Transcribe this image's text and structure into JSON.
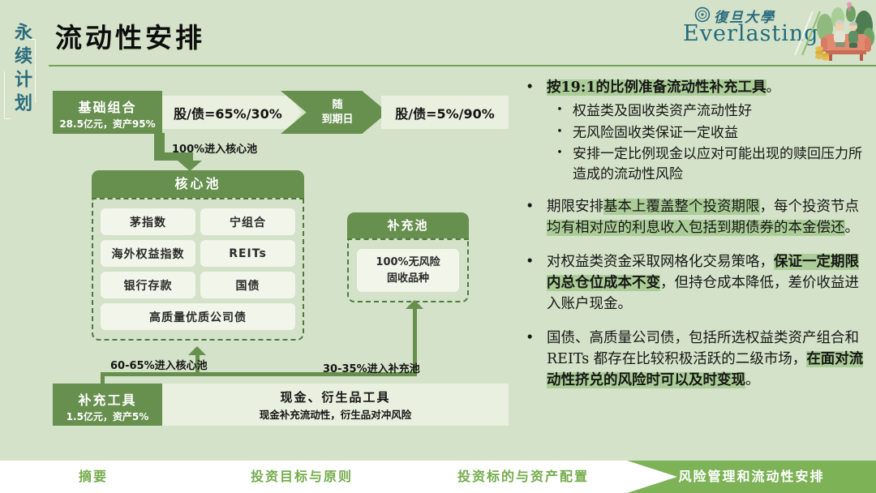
{
  "slide": {
    "side_label": "永续计划",
    "title": "流动性安排"
  },
  "brand": {
    "university": "復旦大學",
    "wordmark": "Everlasting"
  },
  "markers": {
    "bullet": "•",
    "sub_bullet": "•"
  },
  "diagram": {
    "base_box": {
      "title": "基础组合",
      "subtitle": "28.5亿元，资产95%"
    },
    "flow_band1": "股/债=65%/30%",
    "maturity_chevron": {
      "line1": "随",
      "line2": "到期日"
    },
    "flow_band2": "股/债=5%/90%",
    "to_core_label": "100%进入核心池",
    "core_pool": {
      "title": "核心池",
      "items": [
        "茅指数",
        "宁组合",
        "海外权益指数",
        "REITs",
        "银行存款",
        "国债"
      ],
      "wide_item": "高质量优质公司债"
    },
    "supp_pool": {
      "title": "补充池",
      "item_line1": "100%无风险",
      "item_line2": "固收品种"
    },
    "core_in_label": "60-65%进入核心池",
    "supp_in_label": "30-35%进入补充池",
    "supp_tools_box": {
      "title": "补充工具",
      "subtitle": "1.5亿元，资产5%"
    },
    "cash_band": {
      "title": "现金、衍生品工具",
      "subtitle": "现金补充流动性，衍生品对冲风险"
    }
  },
  "bullets": [
    {
      "segments": [
        {
          "text": "按19:1的比例准备流动性补充工具",
          "hl": true,
          "bold": true
        },
        {
          "text": "。",
          "hl": false
        }
      ],
      "subs": [
        "权益类及固收类资产流动性好",
        "无风险固收类保证一定收益",
        "安排一定比例现金以应对可能出现的赎回压力所造成的流动性风险"
      ]
    },
    {
      "segments": [
        {
          "text": "期限安排",
          "hl": false
        },
        {
          "text": "基本上覆盖整个投资期限",
          "hl": true
        },
        {
          "text": "，每个投资节点",
          "hl": false
        },
        {
          "text": "均有相对应的利息收入包括到期债券的本金偿还",
          "hl": true
        },
        {
          "text": "。",
          "hl": false
        }
      ]
    },
    {
      "segments": [
        {
          "text": "对权益类资金采取网格化交易策咯，",
          "hl": false
        },
        {
          "text": "保证一定期限内总仓位成本不变",
          "hl": true,
          "bold": true
        },
        {
          "text": "，但持仓成本降低，差价收益进入账户现金。",
          "hl": false
        }
      ]
    },
    {
      "segments": [
        {
          "text": "国债、高质量公司债，包括所选权益类资产组合和 REITs 都存在比较积极活跃的二级市场，",
          "hl": false
        },
        {
          "text": "在面对流动性挤兑的风险时可以及时变现",
          "hl": true,
          "bold": true
        },
        {
          "text": "。",
          "hl": false
        }
      ]
    }
  ],
  "footer": {
    "tabs": [
      {
        "label": "摘要",
        "active": false
      },
      {
        "label": "投资目标与原则",
        "active": false
      },
      {
        "label": "投资标的与资产配置",
        "active": false
      },
      {
        "label": "风险管理和流动性安排",
        "active": true
      }
    ]
  },
  "colors": {
    "background": "#d3e2c8",
    "dark_green": "#678f4e",
    "band_light": "#eaf0df",
    "item_bg": "#f2f5e9",
    "highlight": "#abcd97",
    "teal": "#2a6b7d",
    "footer_green": "#7eb257",
    "footer_text_green": "#74ac4c",
    "rule_green": "#70a356"
  }
}
